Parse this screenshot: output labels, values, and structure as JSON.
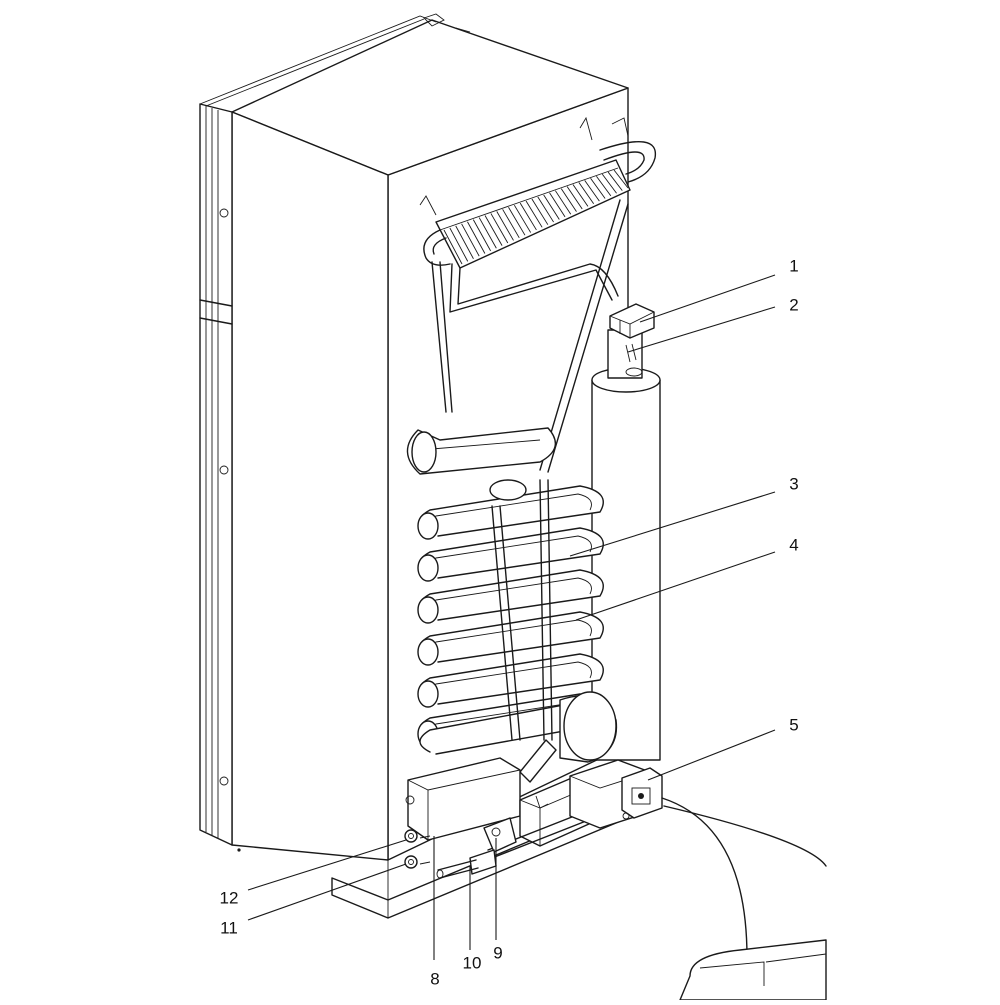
{
  "diagram": {
    "callouts": [
      {
        "id": "c1",
        "label": "1"
      },
      {
        "id": "c2",
        "label": "2"
      },
      {
        "id": "c3",
        "label": "3"
      },
      {
        "id": "c4",
        "label": "4"
      },
      {
        "id": "c5",
        "label": "5"
      },
      {
        "id": "c8",
        "label": "8"
      },
      {
        "id": "c9",
        "label": "9"
      },
      {
        "id": "c10",
        "label": "10"
      },
      {
        "id": "c11",
        "label": "11"
      },
      {
        "id": "c12",
        "label": "12"
      }
    ]
  }
}
